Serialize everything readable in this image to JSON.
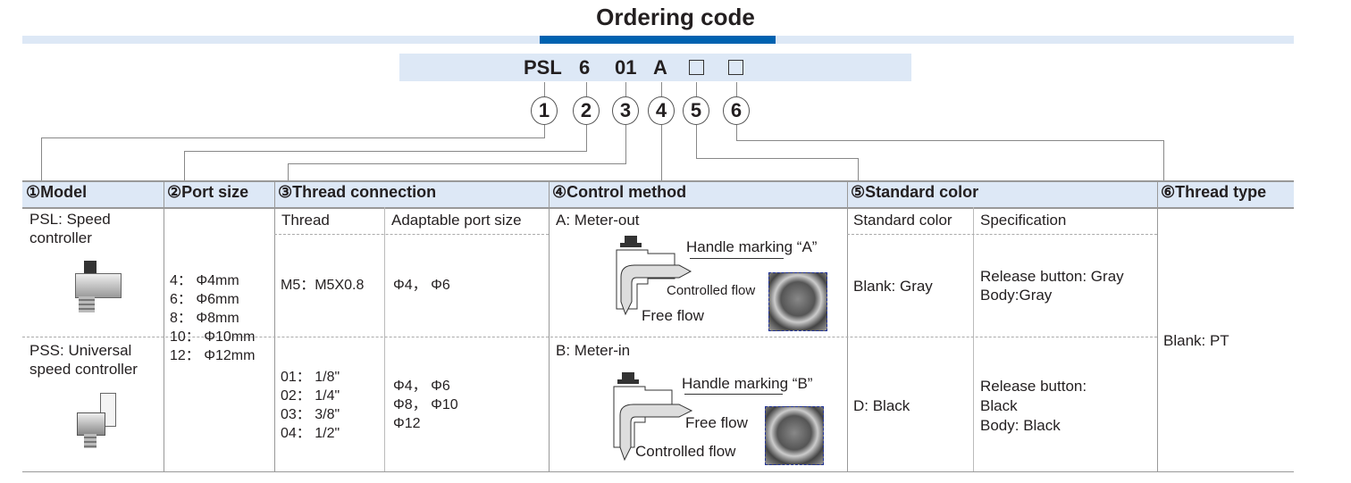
{
  "title": "Ordering code",
  "code": {
    "parts": [
      "PSL",
      "6",
      "01",
      "A"
    ],
    "numbers": [
      "1",
      "2",
      "3",
      "4",
      "5",
      "6"
    ]
  },
  "headers": [
    "①Model",
    "②Port size",
    "③Thread connection",
    "④Control method",
    "⑤Standard color",
    "⑥Thread type"
  ],
  "model": {
    "pss_label": "PSS: Universal speed controller",
    "psl_label": "PSL: Speed controller"
  },
  "port_sizes": [
    "4：  Φ4mm",
    "6：  Φ6mm",
    "8：  Φ8mm",
    "10：  Φ10mm",
    "12：  Φ12mm"
  ],
  "thread": {
    "col1": "Thread",
    "col2": "Adaptable port size",
    "m5": "M5：M5X0.8",
    "m5_ports": "Φ4，  Φ6",
    "threads": [
      "01：  1/8\"",
      "02：  1/4\"",
      "03：  3/8\"",
      "04：  1/2\""
    ],
    "ports": [
      "Φ4，  Φ6",
      "Φ8，  Φ10",
      "Φ12"
    ]
  },
  "control": {
    "a": {
      "label": "A: Meter-out",
      "handle": "Handle marking “A”",
      "controlled": "Controlled flow",
      "free": "Free flow"
    },
    "b": {
      "label": "B: Meter-in",
      "handle": "Handle marking “B”",
      "free": "Free flow",
      "controlled": "Controlled flow"
    }
  },
  "color": {
    "col1": "Standard color",
    "col2": "Specification",
    "r1": "Blank: Gray",
    "r1spec": [
      "Release button: Gray",
      "Body:Gray"
    ],
    "r2": "D: Black",
    "r2spec": [
      "Release button:",
      "Black",
      "Body: Black"
    ]
  },
  "thread_type": "Blank: PT"
}
